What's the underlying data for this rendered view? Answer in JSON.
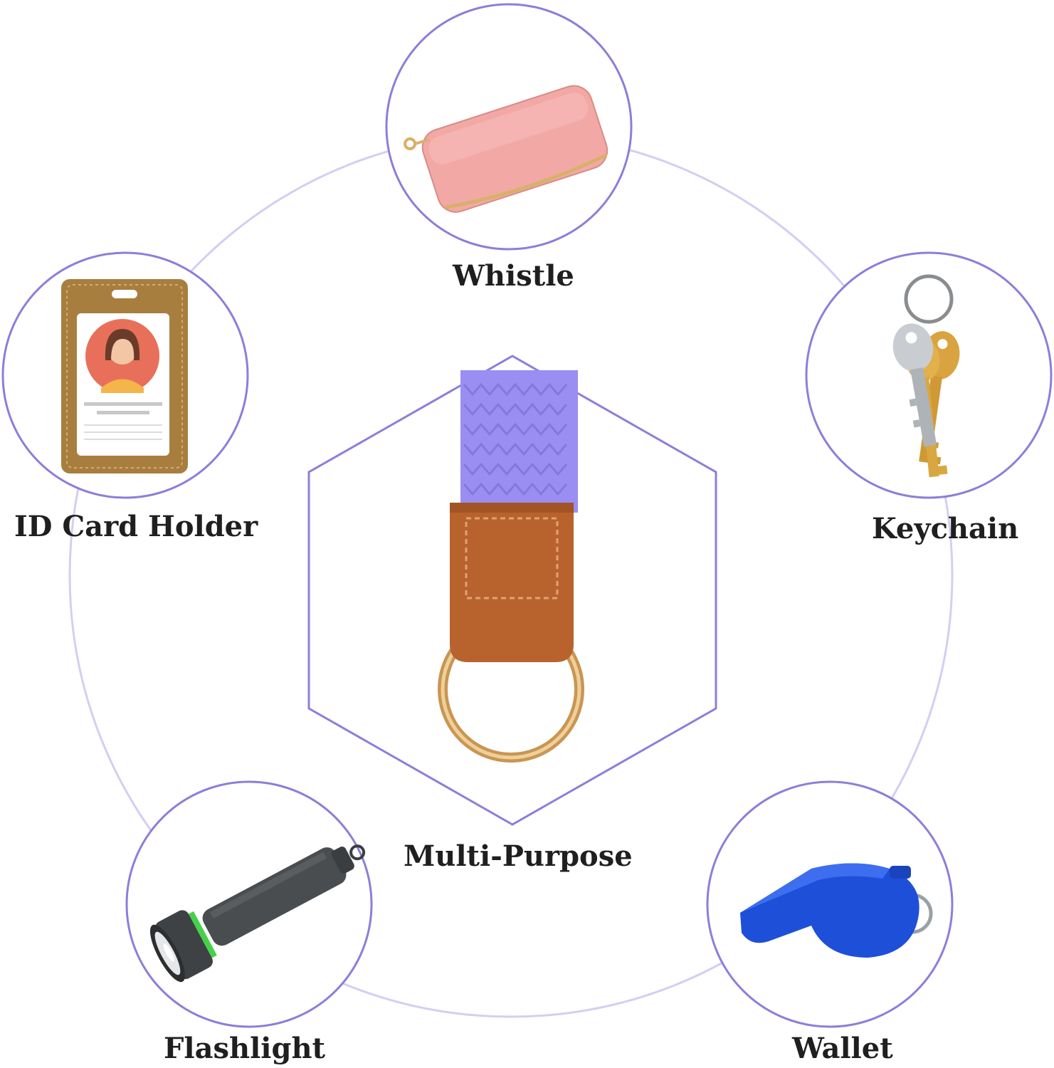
{
  "labels": {
    "top": "Whistle",
    "left": "ID Card Holder",
    "right": "Keychain",
    "center": "Multi-Purpose",
    "bottom_left": "Flashlight",
    "bottom_right": "Wallet"
  },
  "colors": {
    "accent": "#8b7fd9",
    "ring": "#c9c2ee",
    "text": "#1f1f1f",
    "strap": "#9a8ef2",
    "leather": "#b8632d",
    "gold": "#d9a86a",
    "wallet_pink": "#f2a9a5",
    "id_leather": "#a87e3f",
    "whistle_blue": "#1e4fd8",
    "torch_gray": "#4a4d50",
    "torch_green": "#47d14a"
  },
  "icons": {
    "top": "wallet-icon",
    "left": "id-card-holder-icon",
    "right": "keys-icon",
    "center": "lanyard-strap-icon",
    "bottom_left": "flashlight-icon",
    "bottom_right": "whistle-icon"
  }
}
